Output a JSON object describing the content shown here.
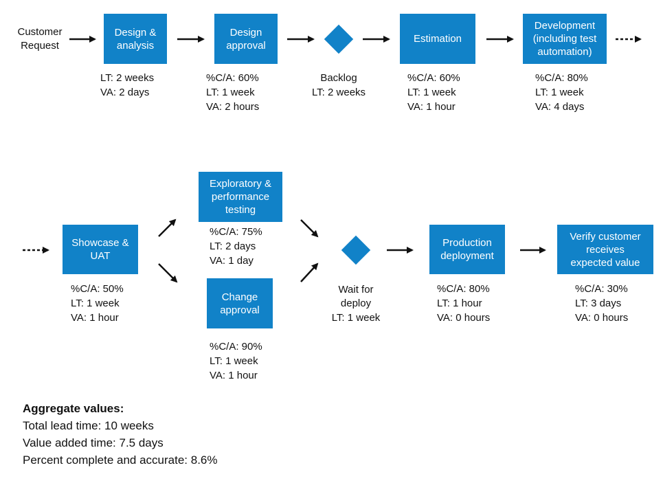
{
  "start_label": "Customer\nRequest",
  "steps": [
    {
      "name": "Design &\nanalysis",
      "stats": [
        "LT: 2 weeks",
        "VA: 2 days"
      ]
    },
    {
      "name": "Design\napproval",
      "stats": [
        "%C/A: 60%",
        "LT: 1 week",
        "VA: 2 hours"
      ]
    },
    {
      "name": "Backlog",
      "stats": [
        "LT: 2 weeks"
      ]
    },
    {
      "name": "Estimation",
      "stats": [
        "%C/A: 60%",
        "LT: 1 week",
        "VA: 1 hour"
      ]
    },
    {
      "name": "Development\n(including test\nautomation)",
      "stats": [
        "%C/A: 80%",
        "LT: 1 week",
        "VA: 4 days"
      ]
    },
    {
      "name": "Showcase &\nUAT",
      "stats": [
        "%C/A: 50%",
        "LT: 1 week",
        "VA: 1 hour"
      ]
    },
    {
      "name": "Exploratory &\nperformance\ntesting",
      "stats": [
        "%C/A: 75%",
        "LT: 2 days",
        "VA: 1 day"
      ]
    },
    {
      "name": "Change\napproval",
      "stats": [
        "%C/A: 90%",
        "LT: 1 week",
        "VA: 1 hour"
      ]
    },
    {
      "name": "Wait for\ndeploy",
      "stats": [
        "LT: 1 week"
      ]
    },
    {
      "name": "Production\ndeployment",
      "stats": [
        "%C/A: 80%",
        "LT: 1 hour",
        "VA: 0 hours"
      ]
    },
    {
      "name": "Verify customer\nreceives\nexpected value",
      "stats": [
        "%C/A: 30%",
        "LT: 3 days",
        "VA: 0 hours"
      ]
    }
  ],
  "aggregate": {
    "heading": "Aggregate values:",
    "lines": [
      "Total lead time: 10 weeks",
      "Value added time: 7.5 days",
      "Percent complete and accurate: 8.6%"
    ]
  },
  "colors": {
    "box": "#1182c8",
    "text": "#111111",
    "arrow": "#111111"
  }
}
